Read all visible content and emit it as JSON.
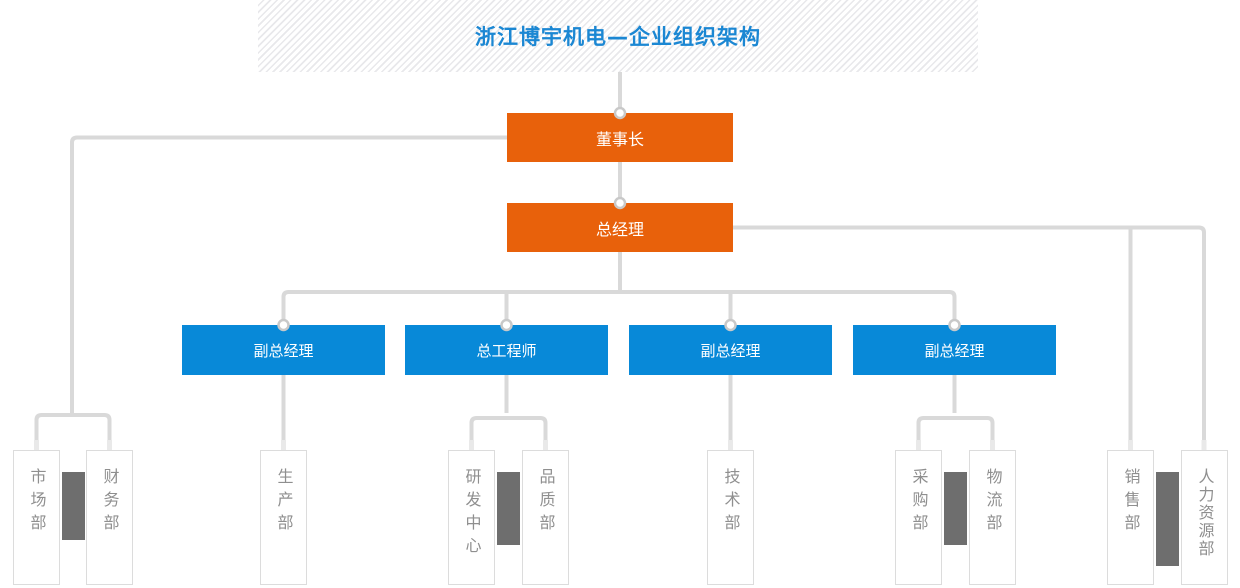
{
  "title": {
    "text": "浙江博宇机电—企业组织架构"
  },
  "nodes": {
    "chairman": {
      "id": "chairman",
      "label": "董事长"
    },
    "general_manager": {
      "id": "general-manager",
      "label": "总经理"
    },
    "managers": [
      {
        "id": "vp-left",
        "label": "副总经理"
      },
      {
        "id": "chief-engineer",
        "label": "总工程师"
      },
      {
        "id": "vp-mid",
        "label": "副总经理"
      },
      {
        "id": "vp-right",
        "label": "副总经理"
      }
    ],
    "departments": [
      {
        "id": "marketing",
        "label": "市场部"
      },
      {
        "id": "finance",
        "label": "财务部"
      },
      {
        "id": "production",
        "label": "生产部"
      },
      {
        "id": "rnd-center",
        "label": "研发中心"
      },
      {
        "id": "quality",
        "label": "品质部"
      },
      {
        "id": "technology",
        "label": "技术部"
      },
      {
        "id": "purchasing",
        "label": "采购部"
      },
      {
        "id": "logistics",
        "label": "物流部"
      },
      {
        "id": "sales",
        "label": "销售部"
      },
      {
        "id": "hr",
        "label": "人力资源部"
      }
    ]
  },
  "edges": [
    {
      "from": "chairman",
      "to": "general-manager"
    },
    {
      "from": "chairman",
      "to": "marketing"
    },
    {
      "from": "chairman",
      "to": "finance"
    },
    {
      "from": "general-manager",
      "to": "vp-left"
    },
    {
      "from": "general-manager",
      "to": "chief-engineer"
    },
    {
      "from": "general-manager",
      "to": "vp-mid"
    },
    {
      "from": "general-manager",
      "to": "vp-right"
    },
    {
      "from": "general-manager",
      "to": "sales"
    },
    {
      "from": "general-manager",
      "to": "hr"
    },
    {
      "from": "vp-left",
      "to": "production"
    },
    {
      "from": "chief-engineer",
      "to": "rnd-center"
    },
    {
      "from": "chief-engineer",
      "to": "quality"
    },
    {
      "from": "vp-mid",
      "to": "technology"
    },
    {
      "from": "vp-right",
      "to": "purchasing"
    },
    {
      "from": "vp-right",
      "to": "logistics"
    }
  ],
  "colors": {
    "accent-orange": "#e8610b",
    "accent-blue": "#0889d8",
    "title-blue": "#1b87d3",
    "connector": "#d9d9d9",
    "divider-dark": "#6e6e6e",
    "dept-text": "#8f8f8f",
    "dept-border": "#dcdcdc",
    "hatch-stripe": "#e8e8eb"
  }
}
